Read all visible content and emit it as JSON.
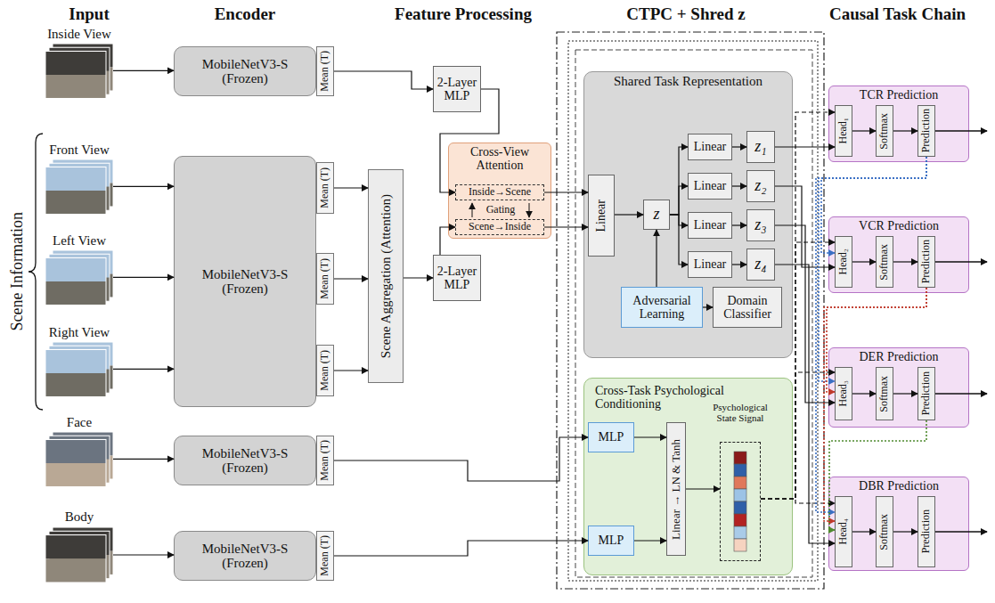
{
  "diagram": {
    "nodes": [
      {
        "text": [
          "Inside View"
        ]
      },
      {
        "text": [
          "Front View"
        ]
      },
      {
        "text": [
          "Left View"
        ]
      },
      {
        "text": [
          "Right View"
        ]
      },
      {
        "text": [
          "Face"
        ]
      },
      {
        "text": [
          "Body"
        ]
      },
      {
        "text": [
          "MobileNetV3-S (Frozen)"
        ]
      },
      {
        "text": [
          "Mean (T)"
        ]
      },
      {
        "text": [
          "MobileNetV3-S (Frozen)"
        ]
      },
      {
        "text": [
          "Mean (T)"
        ]
      },
      {
        "text": [
          "Mean (T)"
        ]
      },
      {
        "text": [
          "Mean (T)"
        ]
      },
      {
        "text": [
          "MobileNetV3-S (Frozen)"
        ]
      },
      {
        "text": [
          "Mean (T)"
        ]
      },
      {
        "text": [
          "MobileNetV3-S (Frozen)"
        ]
      },
      {
        "text": [
          "Mean (T)"
        ]
      },
      {
        "text": [
          "Scene Aggregation (Attention)"
        ]
      },
      {
        "text": [
          "2-Layer MLP"
        ]
      },
      {
        "text": [
          "2-Layer MLP"
        ]
      },
      {
        "text": [
          "Cross-View Attention"
        ]
      },
      {
        "text": [
          "Inside→Scene"
        ],
        "in": 19
      },
      {
        "text": [
          "Scene→Inside"
        ],
        "in": 19
      },
      {
        "text": [
          "Shared Task Representation"
        ]
      },
      {
        "text": [
          "Linear"
        ],
        "in": 22
      },
      {
        "text": [
          "z"
        ],
        "in": 22
      },
      {
        "text": [
          "Linear"
        ],
        "in": 22
      },
      {
        "text": [
          "z₁"
        ],
        "in": 22
      },
      {
        "text": [
          "Linear"
        ],
        "in": 22
      },
      {
        "text": [
          "z₂"
        ],
        "in": 22
      },
      {
        "text": [
          "Linear"
        ],
        "in": 22
      },
      {
        "text": [
          "z₃"
        ],
        "in": 22
      },
      {
        "text": [
          "Linear"
        ],
        "in": 22
      },
      {
        "text": [
          "z₄"
        ],
        "in": 22
      },
      {
        "text": [
          "Adversarial Learning"
        ],
        "in": 22
      },
      {
        "text": [
          "Domain Classifier"
        ],
        "in": 22
      },
      {
        "text": [
          "Cross-Task Psychological Conditioning"
        ]
      },
      {
        "text": [
          "MLP"
        ],
        "in": 35
      },
      {
        "text": [
          "MLP"
        ],
        "in": 35
      },
      {
        "text": [
          "Linear → LN & Tanh"
        ],
        "in": 35
      },
      {
        "text": [
          "Psychological State Signal"
        ],
        "in": 35
      },
      {
        "text": [
          "TCR Prediction"
        ]
      },
      {
        "text": [
          "Head₁"
        ],
        "in": 40
      },
      {
        "text": [
          "Softmax"
        ],
        "in": 40
      },
      {
        "text": [
          "Prediction"
        ],
        "in": 40
      },
      {
        "text": [
          "VCR Prediction"
        ]
      },
      {
        "text": [
          "Head₂"
        ],
        "in": 44
      },
      {
        "text": [
          "Softmax"
        ],
        "in": 44
      },
      {
        "text": [
          "Prediction"
        ],
        "in": 44
      },
      {
        "text": [
          "DER Prediction"
        ]
      },
      {
        "text": [
          "Head₃"
        ],
        "in": 48
      },
      {
        "text": [
          "Softmax"
        ],
        "in": 48
      },
      {
        "text": [
          "Prediction"
        ],
        "in": 48
      },
      {
        "text": [
          "DBR Prediction"
        ]
      },
      {
        "text": [
          "Head₄"
        ],
        "in": 52
      },
      {
        "text": [
          "Softmax"
        ],
        "in": 52
      },
      {
        "text": [
          "Prediction"
        ],
        "in": 52
      }
    ],
    "edges": [
      {
        "from": 0,
        "to": 6,
        "arrow": "to"
      },
      {
        "from": 7,
        "to": 17,
        "arrow": "to"
      },
      {
        "from": 1,
        "to": 8,
        "arrow": "to"
      },
      {
        "from": 2,
        "to": 8,
        "arrow": "to"
      },
      {
        "from": 3,
        "to": 8,
        "arrow": "to"
      },
      {
        "from": 9,
        "to": 16,
        "arrow": "to"
      },
      {
        "from": 10,
        "to": 16,
        "arrow": "to"
      },
      {
        "from": 11,
        "to": 16,
        "arrow": "to"
      },
      {
        "from": 16,
        "to": 18,
        "arrow": "to"
      },
      {
        "from": 17,
        "to": 20,
        "arrow": "to"
      },
      {
        "from": 18,
        "to": 21,
        "arrow": "to"
      },
      {
        "from": 20,
        "to": 23,
        "arrow": "to"
      },
      {
        "from": 21,
        "to": 23,
        "arrow": "to"
      },
      {
        "from": 23,
        "to": 24,
        "arrow": "to"
      },
      {
        "from": 24,
        "to": 25,
        "arrow": "to"
      },
      {
        "from": 24,
        "to": 27,
        "arrow": "to"
      },
      {
        "from": 24,
        "to": 29,
        "arrow": "to"
      },
      {
        "from": 24,
        "to": 31,
        "arrow": "to"
      },
      {
        "from": 25,
        "to": 26,
        "arrow": "to"
      },
      {
        "from": 27,
        "to": 28,
        "arrow": "to"
      },
      {
        "from": 29,
        "to": 30,
        "arrow": "to"
      },
      {
        "from": 31,
        "to": 32,
        "arrow": "to"
      },
      {
        "from": 33,
        "to": 24,
        "arrow": "to"
      },
      {
        "from": 33,
        "to": 34,
        "arrow": "to"
      },
      {
        "from": 4,
        "to": 12,
        "arrow": "to"
      },
      {
        "from": 5,
        "to": 14,
        "arrow": "to"
      },
      {
        "from": 13,
        "to": 36,
        "arrow": "to"
      },
      {
        "from": 15,
        "to": 37,
        "arrow": "to"
      },
      {
        "from": 36,
        "to": 38,
        "arrow": "to"
      },
      {
        "from": 37,
        "to": 38,
        "arrow": "to"
      },
      {
        "from": 38,
        "to": 39,
        "arrow": "to"
      },
      {
        "from": 26,
        "to": 41,
        "arrow": "to"
      },
      {
        "from": 28,
        "to": 45,
        "arrow": "to"
      },
      {
        "from": 30,
        "to": 49,
        "arrow": "to"
      },
      {
        "from": 32,
        "to": 53,
        "arrow": "to"
      },
      {
        "from": 39,
        "to": 41,
        "arrow": "to"
      },
      {
        "from": 39,
        "to": 45,
        "arrow": "to"
      },
      {
        "from": 39,
        "to": 49,
        "arrow": "to"
      },
      {
        "from": 39,
        "to": 53,
        "arrow": "to"
      },
      {
        "from": 41,
        "to": 42,
        "arrow": "to"
      },
      {
        "from": 42,
        "to": 43,
        "arrow": "to"
      },
      {
        "from": 45,
        "to": 46,
        "arrow": "to"
      },
      {
        "from": 46,
        "to": 47,
        "arrow": "to"
      },
      {
        "from": 49,
        "to": 50,
        "arrow": "to"
      },
      {
        "from": 50,
        "to": 51,
        "arrow": "to"
      },
      {
        "from": 53,
        "to": 54,
        "arrow": "to"
      },
      {
        "from": 54,
        "to": 55,
        "arrow": "to"
      },
      {
        "from": 43,
        "to": 45,
        "arrow": "to"
      },
      {
        "from": 43,
        "to": 49,
        "arrow": "to"
      },
      {
        "from": 43,
        "to": 53,
        "arrow": "to"
      },
      {
        "from": 47,
        "to": 49,
        "arrow": "to"
      },
      {
        "from": 47,
        "to": 53,
        "arrow": "to"
      },
      {
        "from": 51,
        "to": 53,
        "arrow": "to"
      }
    ],
    "labels": [
      "Input",
      "Encoder",
      "Feature Processing",
      "CTPC + Shred z",
      "Causal Task Chain",
      "Scene Information",
      "Gating"
    ]
  }
}
